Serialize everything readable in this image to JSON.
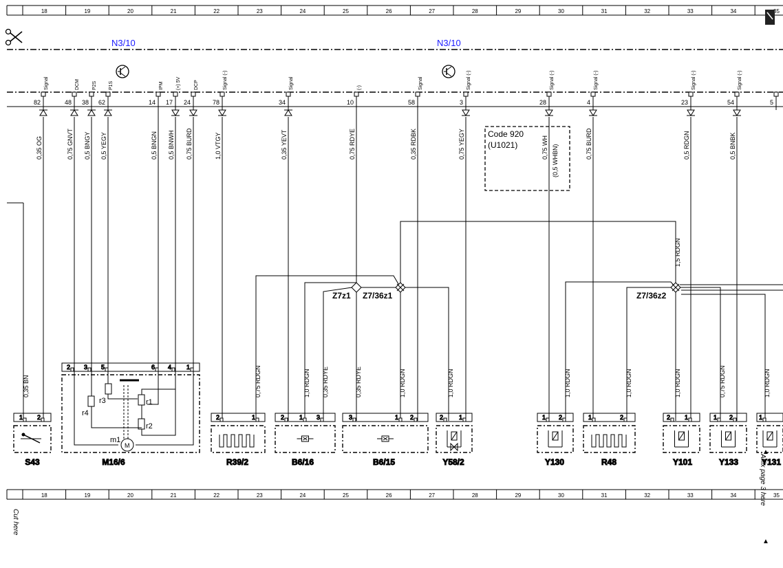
{
  "ruler": {
    "columns": [
      "18",
      "19",
      "20",
      "21",
      "22",
      "23",
      "24",
      "25",
      "26",
      "27",
      "28",
      "29",
      "30",
      "31",
      "32",
      "33",
      "34",
      "35"
    ]
  },
  "module": {
    "name_left": "N3/10",
    "name_right": "N3/10"
  },
  "pins": [
    {
      "num": "82",
      "signal": "Signal",
      "dir": "up",
      "wire": "0,35 OG"
    },
    {
      "num": "48",
      "signal": "DCM",
      "dir": "up",
      "wire": "0,75 GNVT"
    },
    {
      "num": "38",
      "signal": "P2S",
      "dir": "up",
      "wire": "0,5 BNGY"
    },
    {
      "num": "62",
      "signal": "P1S",
      "dir": "up",
      "wire": "0,5 YEGY"
    },
    {
      "num": "14",
      "signal": "IPM",
      "dir": "none",
      "wire": "0,5 BNGN"
    },
    {
      "num": "17",
      "signal": "(+) 5V",
      "dir": "down",
      "wire": "0,5 BNWH"
    },
    {
      "num": "24",
      "signal": "DCP",
      "dir": "down",
      "wire": "0,75 BURD"
    },
    {
      "num": "78",
      "signal": "Signal (-)",
      "dir": "down",
      "wire": "1,0 VTGY"
    },
    {
      "num": "34",
      "signal": "Signal",
      "dir": "up",
      "wire": "0,35 YEVT"
    },
    {
      "num": "10",
      "signal": "(-)",
      "dir": "none",
      "wire": "0,75 RDYE"
    },
    {
      "num": "58",
      "signal": "Signal",
      "dir": "none",
      "wire": "0,35 RDBK"
    },
    {
      "num": "3",
      "signal": "Signal (-)",
      "dir": "down",
      "wire": "0,75 YEGY"
    },
    {
      "num": "28",
      "signal": "Signal (-)",
      "dir": "down",
      "wire": "0,75 WH"
    },
    {
      "num": "4",
      "signal": "Signal (-)",
      "dir": "down",
      "wire": "0,75 BURD"
    },
    {
      "num": "23",
      "signal": "Signal (-)",
      "dir": "down",
      "wire": "0,5 RDGN"
    },
    {
      "num": "54",
      "signal": "Signal (-)",
      "dir": "down",
      "wire": "0,5 BNBK"
    },
    {
      "num": "5",
      "signal": "",
      "dir": "none",
      "wire": ""
    }
  ],
  "code_box": {
    "line1": "Code 920",
    "line2": "(U1021)",
    "alt_wire": "(0,5 WHBN)"
  },
  "splices": {
    "z7z1": "Z7z1",
    "z736z1": "Z7/36z1",
    "z736z2": "Z7/36z2"
  },
  "wires": {
    "w_bn": "0,35 BN",
    "w_15rdgn": "1,5 RDGN",
    "w_r392": "0,75 RDGN",
    "w_b616a": "1,0 RDGN",
    "w_b616b": "0,35 RDYE",
    "w_b615a": "0,35 RDYE",
    "w_b615b": "1,0 RDGN",
    "w_y582": "1,0 RDGN",
    "w_y130": "1,0 RDGN",
    "w_r48": "1,0 RDGN",
    "w_y101": "1,0 RDGN",
    "w_y133": "0,75 RDGN",
    "w_last": "1,0 RDGN"
  },
  "components": {
    "s43": "S43",
    "m166": "M16/6",
    "r392": "R39/2",
    "b616": "B6/16",
    "b615": "B6/15",
    "y582": "Y58/2",
    "y130": "Y130",
    "r48": "R48",
    "y101": "Y101",
    "y133": "Y133",
    "y131": "Y131"
  },
  "m166_parts": {
    "r1": "r1",
    "r2": "r2",
    "r3": "r3",
    "r4": "r4",
    "m1": "m1",
    "m": "M"
  },
  "connector_pins": {
    "p1": "1",
    "p2": "2",
    "p3": "3",
    "p4": "4",
    "p5": "5",
    "p6": "6"
  },
  "margin": {
    "cut_here": "Cut here",
    "affix": "Affix page 3 here"
  }
}
